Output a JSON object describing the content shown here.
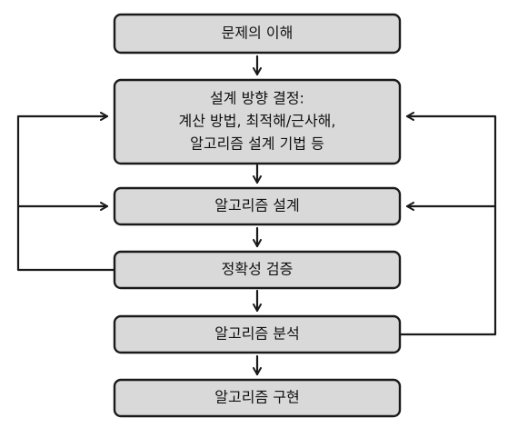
{
  "flowchart": {
    "nodes": [
      {
        "id": "understand",
        "lines": [
          "문제의 이해"
        ]
      },
      {
        "id": "design_direction",
        "lines": [
          "설계 방향 결정:",
          "계산 방법, 최적해/근사해,",
          "알고리즘 설계 기법 등"
        ]
      },
      {
        "id": "algorithm_design",
        "lines": [
          "알고리즘 설계"
        ]
      },
      {
        "id": "verify",
        "lines": [
          "정확성 검증"
        ]
      },
      {
        "id": "analysis",
        "lines": [
          "알고리즘 분석"
        ]
      },
      {
        "id": "implementation",
        "lines": [
          "알고리즘 구현"
        ]
      }
    ],
    "edges": [
      {
        "from": "understand",
        "to": "design_direction"
      },
      {
        "from": "design_direction",
        "to": "algorithm_design"
      },
      {
        "from": "algorithm_design",
        "to": "verify"
      },
      {
        "from": "verify",
        "to": "analysis"
      },
      {
        "from": "analysis",
        "to": "implementation"
      },
      {
        "from": "verify",
        "to": "design_direction",
        "type": "feedback"
      },
      {
        "from": "verify",
        "to": "algorithm_design",
        "type": "feedback"
      },
      {
        "from": "analysis",
        "to": "design_direction",
        "type": "feedback"
      },
      {
        "from": "analysis",
        "to": "algorithm_design",
        "type": "feedback"
      }
    ]
  }
}
